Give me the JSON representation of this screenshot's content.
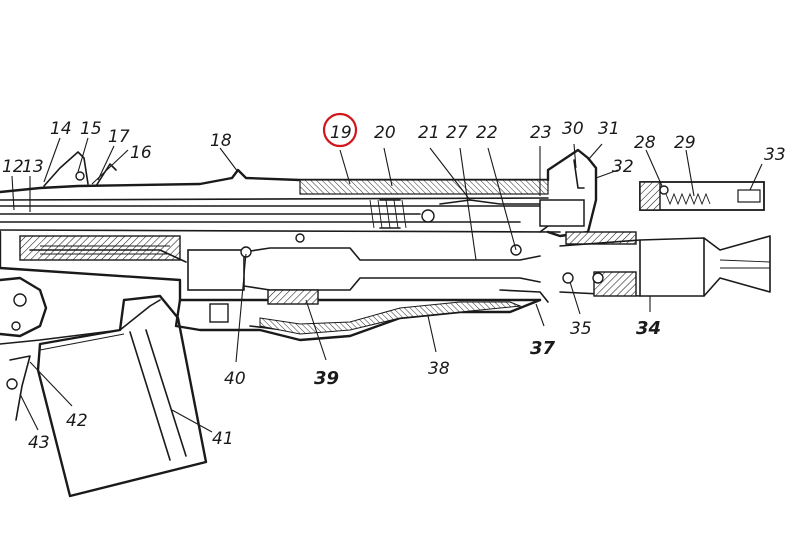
{
  "labels": {
    "l12": "12",
    "l13": "13",
    "l14": "14",
    "l15": "15",
    "l16": "16",
    "l17": "17",
    "l18": "18",
    "l19": "19",
    "l20": "20",
    "l21": "21",
    "l22": "22",
    "l23": "23",
    "l27": "27",
    "l28": "28",
    "l29": "29",
    "l30": "30",
    "l31": "31",
    "l32": "32",
    "l33": "33",
    "l34": "34",
    "l35": "35",
    "l37": "37",
    "l38": "38",
    "l39": "39",
    "l40": "40",
    "l41": "41",
    "l42": "42",
    "l43": "43"
  },
  "highlight": {
    "label": "19",
    "color": "#d0161b"
  }
}
